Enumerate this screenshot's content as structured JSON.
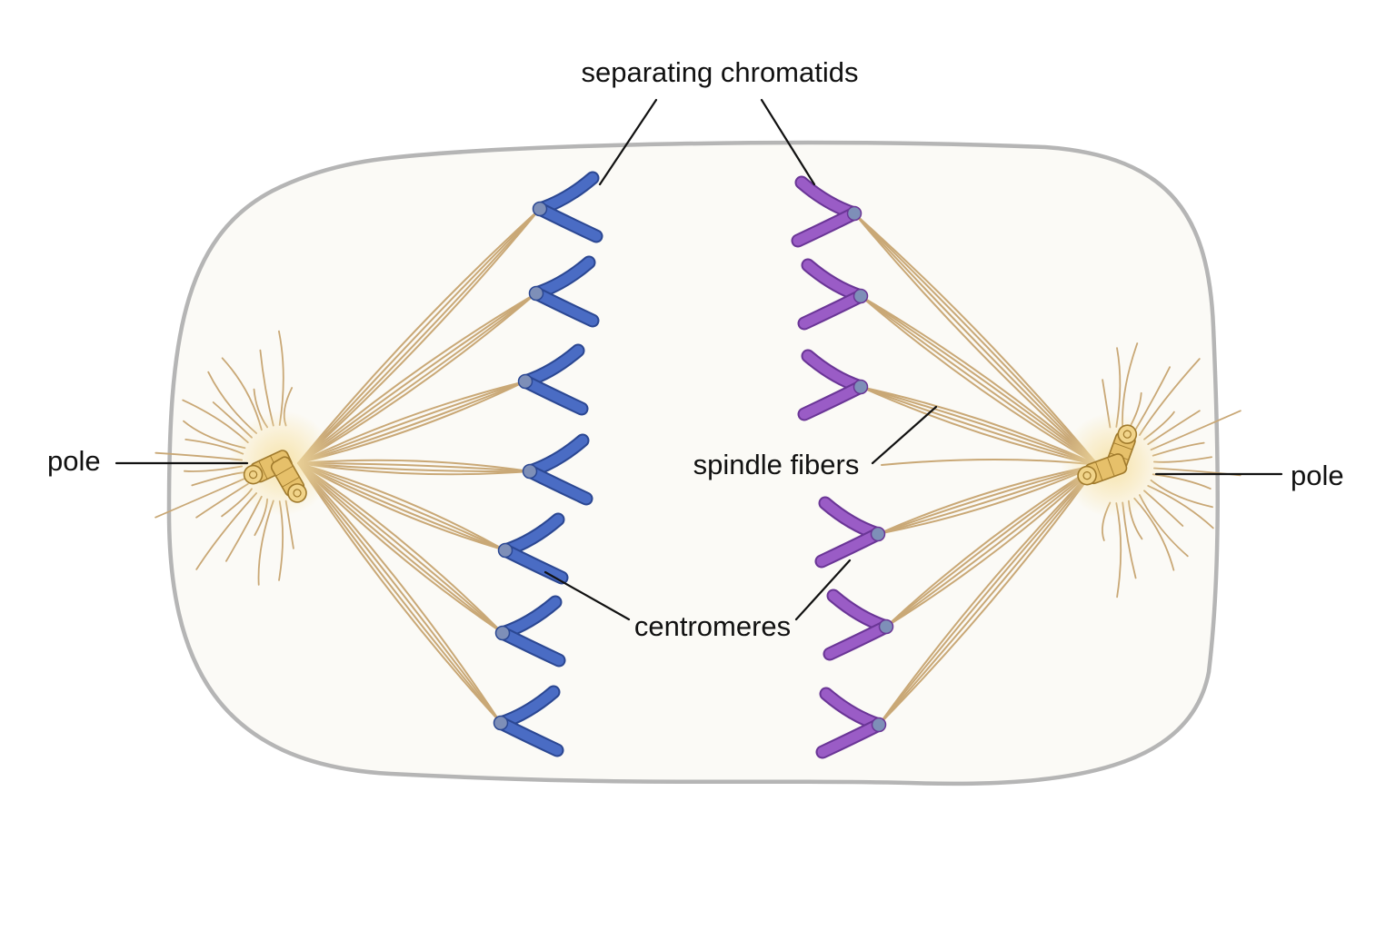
{
  "colors": {
    "background": "#ffffff",
    "cell_fill": "#fbfaf6",
    "cell_border": "#b5b5b5",
    "spindle_fiber": "#c9a876",
    "pole_glow": "#f7e2a6",
    "centriole": "#e6c06a",
    "centriole_outline": "#a07a2c",
    "chromatid_left": "#4a6cc4",
    "chromatid_left_outline": "#2b4792",
    "chromatid_right": "#9a5cc6",
    "chromatid_right_outline": "#6a3596",
    "centromere": "#7e8fb8",
    "leader_line": "#111111"
  },
  "labels": {
    "separating_chromatids": "separating chromatids",
    "spindle_fibers": "spindle fibers",
    "centromeres": "centromeres",
    "pole_left": "pole",
    "pole_right": "pole"
  },
  "structures": {
    "left_pole_icon": "centriole-pair-icon",
    "right_pole_icon": "centriole-pair-icon",
    "left_chromatid_count": 7,
    "right_chromatid_count": 6
  }
}
